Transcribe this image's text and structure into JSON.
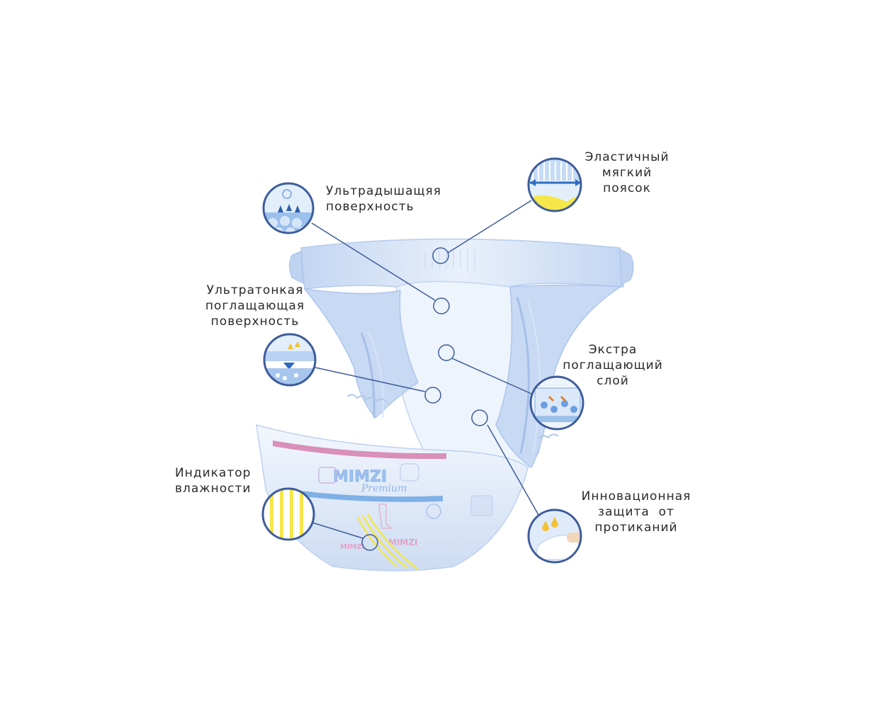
{
  "colors": {
    "line": "#3d5c9a",
    "circle_border": "#3d5c9a",
    "diaper_blue": "#c9dbf4",
    "diaper_mid": "#a9c4ec",
    "diaper_light": "#e7effb",
    "indicator_yellow": "#f5e64a",
    "pink_band": "#d88fb8",
    "blue_band": "#7fb0e6",
    "text": "#2a2a2a"
  },
  "brand": {
    "logo_text": "MIMZI",
    "logo_sub": "Premium"
  },
  "callouts": [
    {
      "id": "breathable-surface",
      "icon": "air-bubbles-icon",
      "lines": [
        "Ультрадышащяя",
        "поверхность"
      ]
    },
    {
      "id": "elastic-waist",
      "icon": "elastic-waistband-icon",
      "lines": [
        "Эластичный",
        "мягкий",
        "поясок"
      ]
    },
    {
      "id": "thin-absorbent",
      "icon": "absorbent-layers-icon",
      "lines": [
        "Ультратонкая",
        "поглащающая",
        "поверхность"
      ]
    },
    {
      "id": "extra-absorbent",
      "icon": "absorbent-core-icon",
      "lines": [
        "Экстра",
        "поглащающий",
        "слой"
      ]
    },
    {
      "id": "wetness-indicator",
      "icon": "wetness-stripes-icon",
      "lines": [
        "Индикатор",
        "влажности"
      ]
    },
    {
      "id": "leak-protection",
      "icon": "leak-guard-icon",
      "lines": [
        "Инновационная",
        "защита  от",
        "протиканий"
      ]
    }
  ]
}
